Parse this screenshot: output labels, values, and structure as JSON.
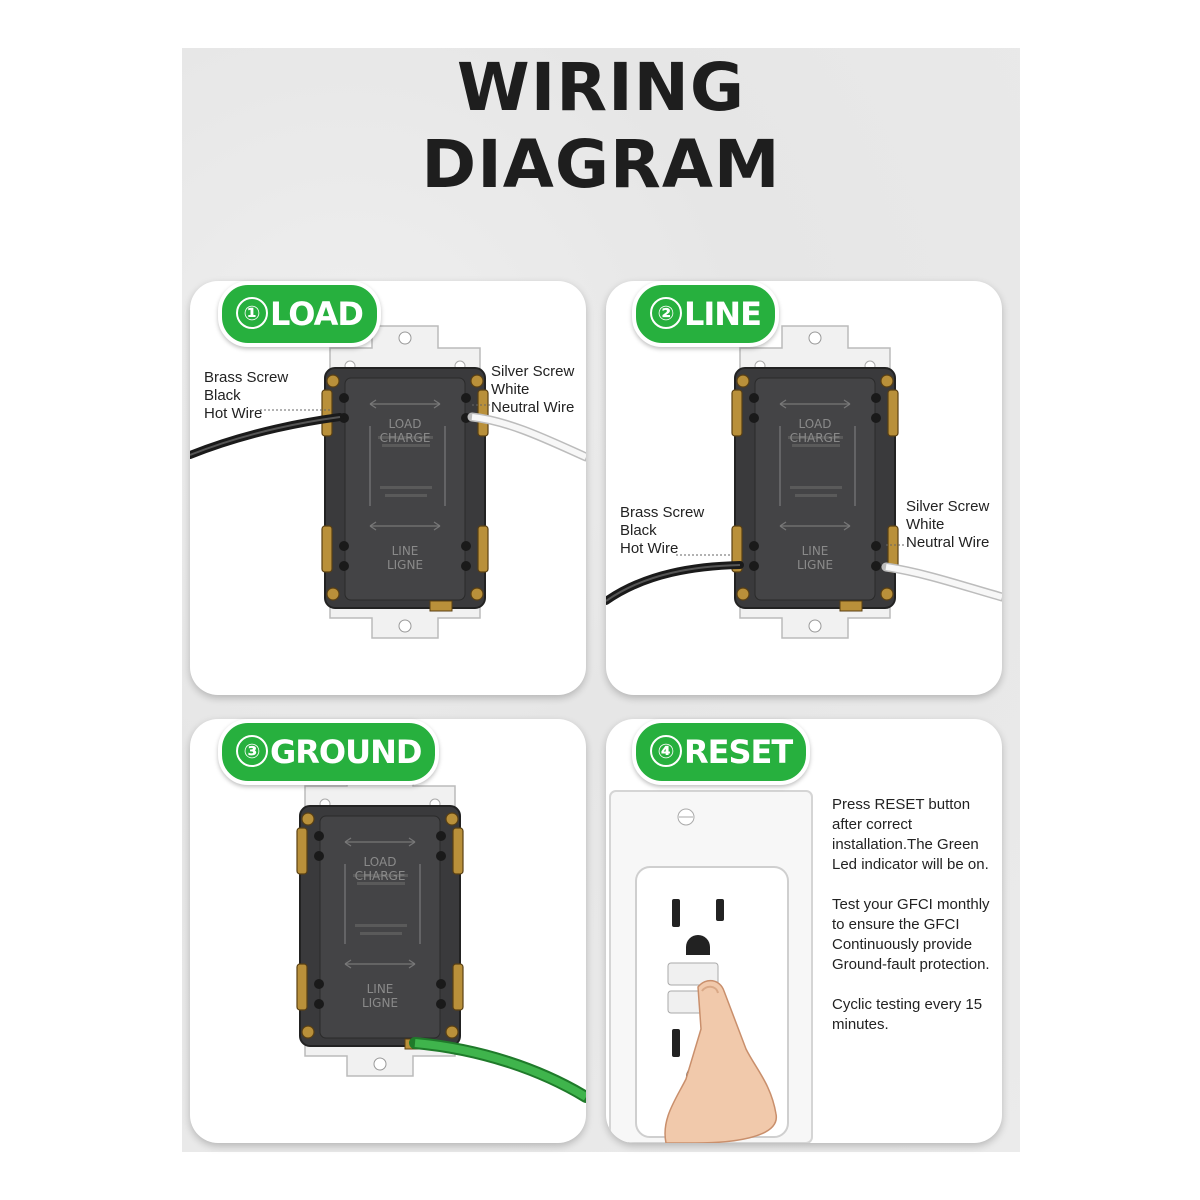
{
  "title": {
    "line1": "WIRING",
    "line2": "DIAGRAM"
  },
  "panels": [
    {
      "number": "①",
      "name": "LOAD",
      "left_label": [
        "Brass Screw",
        "Black",
        "Hot Wire"
      ],
      "right_label": [
        "Silver Screw",
        "White",
        "Neutral Wire"
      ]
    },
    {
      "number": "②",
      "name": "LINE",
      "left_label": [
        "Brass Screw",
        "Black",
        "Hot Wire"
      ],
      "right_label": [
        "Silver Screw",
        "White",
        "Neutral Wire"
      ]
    },
    {
      "number": "③",
      "name": "GROUND"
    },
    {
      "number": "④",
      "name": "RESET",
      "instructions": [
        "Press RESET button after correct installation.The Green Led indicator will be on.",
        "Test your GFCI monthly to ensure the GFCI Continuously provide Ground-fault protection.",
        "Cyclic testing every 15 minutes."
      ]
    }
  ],
  "device_markings": {
    "top_1": "LOAD",
    "top_2": "CHARGE",
    "bottom_1": "LINE",
    "bottom_2": "LIGNE"
  },
  "colors": {
    "badge_green": "#27b03e",
    "ground_wire": "#2f9e3a",
    "hot_wire": "#2a2a2a",
    "neutral_wire": "#f4f4f4",
    "device_body": "#3a3a3c"
  }
}
